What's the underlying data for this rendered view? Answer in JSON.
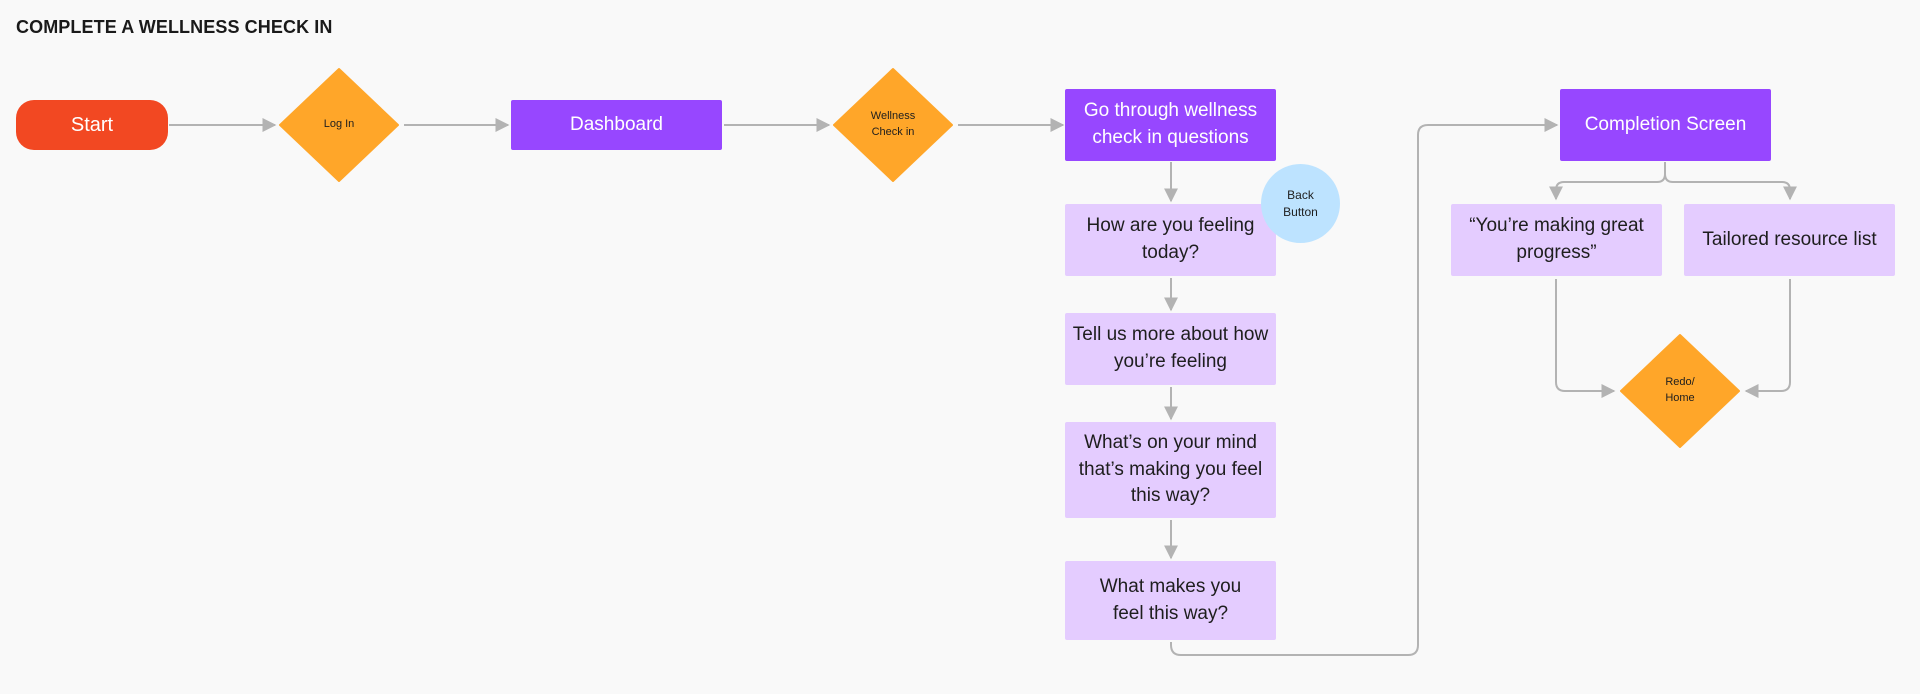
{
  "diagram": {
    "title": "COMPLETE A WELLNESS CHECK IN",
    "colors": {
      "start": "#f24822",
      "decision": "#ffa629",
      "screen": "#9747ff",
      "question": "#e4ccff",
      "back_button": "#bde3ff",
      "connector": "#b3b3b3",
      "background": "#f9f9f9"
    },
    "nodes": {
      "start": "Start",
      "log_in": "Log In",
      "dashboard": "Dashboard",
      "wellness_check_in_1": "Wellness",
      "wellness_check_in_2": "Check in",
      "go_through_questions": "Go through wellness check in questions",
      "back_button_1": "Back",
      "back_button_2": "Button",
      "q1": "How are you feeling today?",
      "q2": "Tell us more about how you’re feeling",
      "q3": "What’s on your mind that’s making you feel this way?",
      "q4": "What makes you feel this way?",
      "completion_screen": "Completion Screen",
      "progress_message": "“You’re making great progress”",
      "resource_list": "Tailored resource list",
      "redo_home_1": "Redo/",
      "redo_home_2": "Home"
    }
  }
}
